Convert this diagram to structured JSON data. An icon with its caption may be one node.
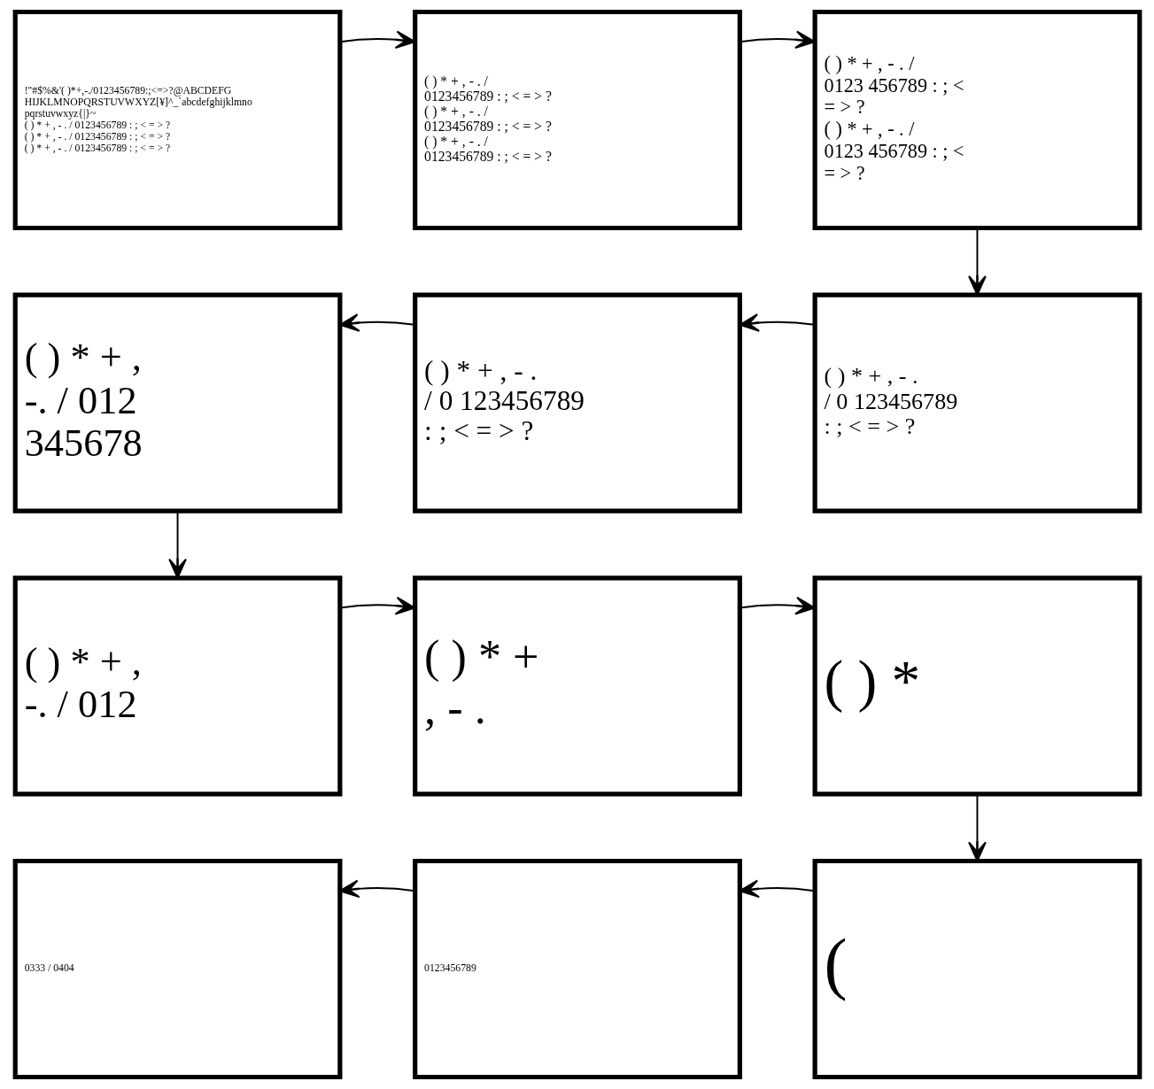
{
  "diagram": {
    "nodes": [
      {
        "text": [
          "!\"#$%&'( )*+,-./0123456789:;<=>?@ABCDEFG HIJKLMNOPQRSTUVWXYZ[¥]^_`abcdefghijklmno pqrstuvwxyz{|}~",
          "( ) * + , - . / 0123456789 : ; < = > ?",
          "( ) * + , - . / 0123456789 : ; < = > ?",
          "( ) * + , - . / 0123456789 : ; < = > ?"
        ]
      },
      {
        "text": [
          "( ) * + , - . / 0123456789 : ; < = > ?",
          "( ) * + , - . / 0123456789 : ; < = > ?",
          "( ) * + , - . / 0123456789 : ; < = > ?"
        ]
      },
      {
        "text": [
          "( ) * + , - . / 0123 456789 : ; < = > ?",
          "( ) * + , - . / 0123 456789 : ; < = > ?"
        ]
      },
      {
        "text": [
          "( ) * + , - . / 0 123456789 : ; < = > ?"
        ]
      },
      {
        "text": [
          "( ) * + , - . / 0 123456789 : ; < = > ?"
        ]
      },
      {
        "text": [
          "( ) * + , -. / 012 345678"
        ]
      },
      {
        "text": [
          "( ) * + , -. / 012"
        ]
      },
      {
        "text": [
          "( ) * + , - ."
        ]
      },
      {
        "text": [
          "( ) *"
        ]
      },
      {
        "text": [
          "("
        ]
      },
      {
        "text": [
          "0123456789"
        ]
      },
      {
        "text": [
          "0333 / 0404"
        ]
      }
    ],
    "edges": [
      {
        "from": 0,
        "to": 1,
        "arrow": "to"
      },
      {
        "from": 1,
        "to": 2,
        "arrow": "to"
      },
      {
        "from": 2,
        "to": 3,
        "arrow": "to"
      },
      {
        "from": 3,
        "to": 4,
        "arrow": "to"
      },
      {
        "from": 4,
        "to": 5,
        "arrow": "to"
      },
      {
        "from": 5,
        "to": 6,
        "arrow": "to"
      },
      {
        "from": 6,
        "to": 7,
        "arrow": "to"
      },
      {
        "from": 7,
        "to": 8,
        "arrow": "to"
      },
      {
        "from": 8,
        "to": 9,
        "arrow": "to"
      },
      {
        "from": 9,
        "to": 10,
        "arrow": "to"
      },
      {
        "from": 10,
        "to": 11,
        "arrow": "to"
      }
    ]
  }
}
